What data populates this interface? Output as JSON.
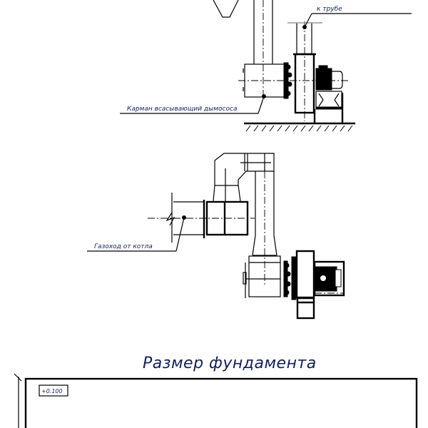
{
  "drawing": {
    "view1": {
      "callout_flue": "к трубе",
      "callout_pocket": "Карман всасывающий дымососа"
    },
    "view2": {
      "callout_duct": "Газоход от котла"
    },
    "foundation": {
      "title": "Размер фундамента",
      "elevation_mark": "+0.100"
    }
  }
}
